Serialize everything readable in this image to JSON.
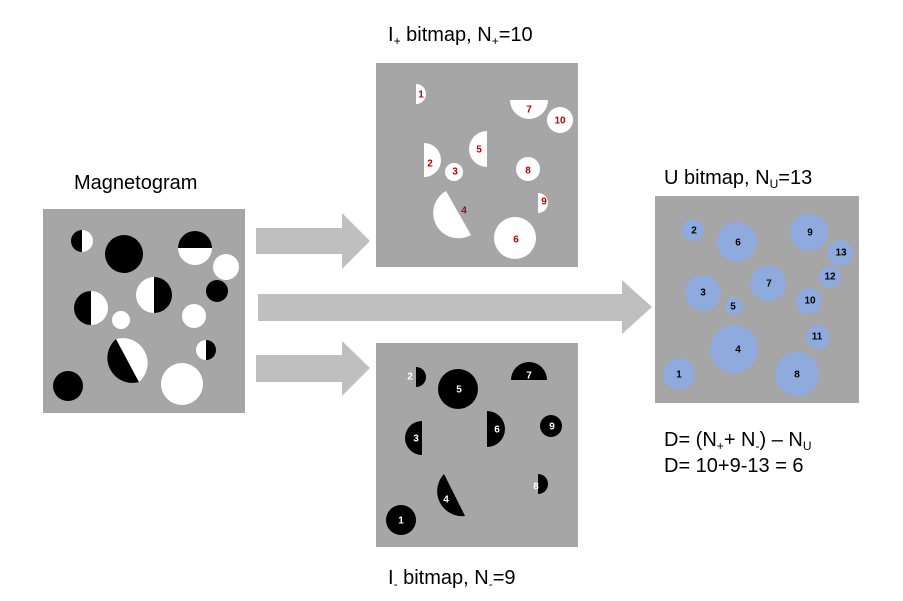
{
  "titles": {
    "magnetogram": "Magnetogram",
    "iplus": {
      "pre": "I",
      "sub1": "+",
      "mid": " bitmap, N",
      "sub2": "+",
      "post": "=10"
    },
    "iminus": {
      "pre": "I",
      "sub1": "-",
      "mid": " bitmap, N",
      "sub2": "-",
      "post": "=9"
    },
    "u": {
      "pre": "U bitmap, N",
      "sub1": "U",
      "post": "=13"
    }
  },
  "equation": {
    "line1": {
      "a": "D= (N",
      "s1": "+",
      "b": "+ N",
      "s2": "-",
      "c": ") – N",
      "s3": "U"
    },
    "line2": "D= 10+9-13 = 6"
  },
  "colors": {
    "panel": "#a6a6a6",
    "arrow": "#bfbfbf",
    "positive": "#ffffff",
    "negative": "#000000",
    "union": "#8faadc",
    "plus_label": "#c00000",
    "minus_label": "#ffffff",
    "union_label": "#000000"
  },
  "plus_labels": [
    "1",
    "2",
    "3",
    "4",
    "5",
    "6",
    "7",
    "8",
    "9",
    "10"
  ],
  "minus_labels": [
    "1",
    "2",
    "3",
    "4",
    "5",
    "6",
    "7",
    "8",
    "9"
  ],
  "union_labels": [
    "1",
    "2",
    "3",
    "4",
    "5",
    "6",
    "7",
    "8",
    "9",
    "10",
    "11",
    "12",
    "13"
  ]
}
